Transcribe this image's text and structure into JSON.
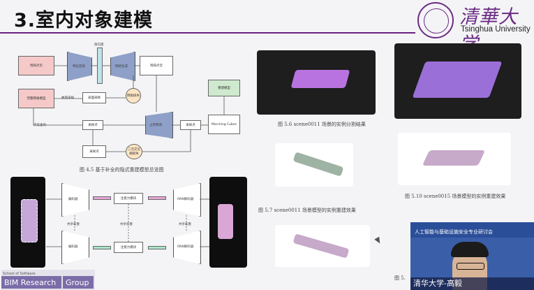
{
  "slide": {
    "title": "3.室内对象建模",
    "university_cn": "清華大学",
    "university_en": "Tsinghua University"
  },
  "diagram_top": {
    "box_points": "残缺点云",
    "box_encoder": "特征提取",
    "box_code": "隐向量",
    "box_decoder": "网络生成",
    "box_output": "残缺点云",
    "box_complete": "完整网格模型",
    "box_sample": "表面采样",
    "box_loss1": "倒角损失",
    "box_mc": "Marching Cubes",
    "box_recon": "重建模型",
    "box_occ": "占用预测",
    "box_grid": "采样点",
    "box_occ2": "采样点",
    "box_loss2": "二元交叉熵损失",
    "label_sample": "曲面采样",
    "label_query": "点云查询",
    "caption": "图 4.5  基于补全的隐式重建模型总览图"
  },
  "diagram_bottom": {
    "enc1": "编码器",
    "enc2": "编码器",
    "attn1": "注意力模块",
    "attn2": "注意力模块",
    "dec1": "RNN解码器",
    "dec2": "RNN解码器",
    "mid1": "共享权重",
    "mid2": "共享权重",
    "mid3": "共享权重"
  },
  "captions": {
    "fig56": "图 5.6   scene0011 场景的实例分割结果",
    "fig57": "图 5.7   scene0011 场景模型的实例重建效果",
    "fig510": "图 5.10   scene0015 场景模型的实例重建效果",
    "fig5x": "图 5."
  },
  "video": {
    "banner_text": "人工智能与基础设施安全专业研讨会",
    "caption": "清华大学-高毅"
  },
  "badge": {
    "line1": "School of Software",
    "line2": "BIM Research",
    "line3": "Group"
  }
}
